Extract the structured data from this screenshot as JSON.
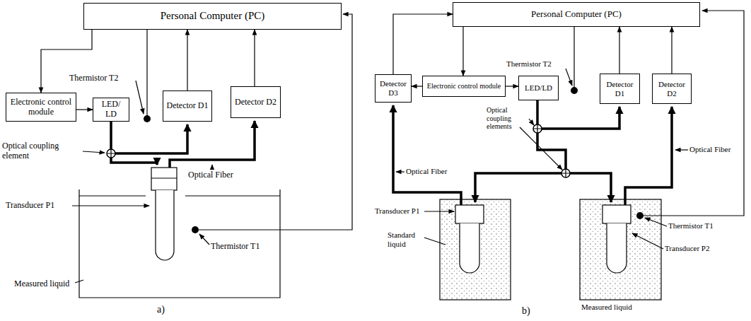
{
  "diagram": {
    "nodes": [
      {
        "text": [
          "Personal Computer (PC)"
        ]
      },
      {
        "text": [
          "Electronic control module"
        ]
      },
      {
        "text": [
          "LED/ LD"
        ]
      },
      {
        "text": [
          "Detector D1"
        ]
      },
      {
        "text": [
          "Detector D2"
        ]
      },
      {
        "text": [
          "Personal Computer (PC)"
        ]
      },
      {
        "text": [
          "Detector D3"
        ]
      },
      {
        "text": [
          "Electronic control module"
        ]
      },
      {
        "text": [
          "LED/LD"
        ]
      },
      {
        "text": [
          "Detector D1"
        ]
      },
      {
        "text": [
          "Detector D2"
        ]
      }
    ],
    "edges": [
      {
        "from": 0,
        "to": 1,
        "arrow": "to"
      },
      {
        "from": 1,
        "to": 2,
        "arrow": "to"
      },
      {
        "from": 3,
        "to": 0,
        "arrow": "to"
      },
      {
        "from": 4,
        "to": 0,
        "arrow": "to"
      },
      {
        "from": 5,
        "to": 7,
        "arrow": "to"
      },
      {
        "from": 7,
        "to": 6,
        "arrow": "to"
      },
      {
        "from": 7,
        "to": 8,
        "arrow": "to"
      },
      {
        "from": 6,
        "to": 5,
        "arrow": "to"
      },
      {
        "from": 9,
        "to": 5,
        "arrow": "to"
      },
      {
        "from": 10,
        "to": 5,
        "arrow": "to"
      }
    ],
    "labels": [
      "Thermistor T2",
      "Optical coupling element",
      "Optical Fiber",
      "Transducer P1",
      "Thermistor T1",
      "Measured liquid",
      "a)",
      "Thermistor T2",
      "Optical coupling elements",
      "Optical Fiber",
      "Optical Fiber",
      "Transducer P1",
      "Standard liquid",
      "Thermistor T1",
      "Transducer P2",
      "Measured liquid",
      "b)"
    ]
  }
}
